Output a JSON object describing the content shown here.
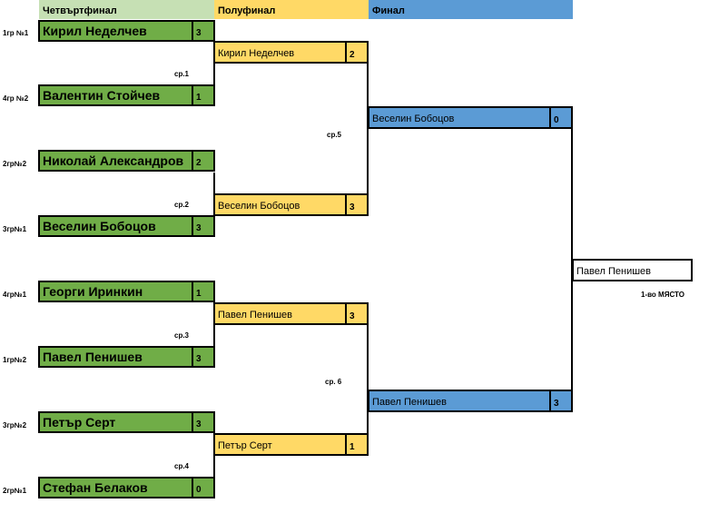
{
  "headers": {
    "quarterfinal": "Четвъртфинал",
    "semifinal": "Полуфинал",
    "final": "Финал"
  },
  "quarterfinals": [
    {
      "seed": "1гр №1",
      "name": "Кирил Неделчев",
      "score": "3"
    },
    {
      "seed": "4гр №2",
      "name": "Валентин Стойчев",
      "score": "1"
    },
    {
      "seed": "2гр№2",
      "name": "Николай Александров",
      "score": "2"
    },
    {
      "seed": "3гр№1",
      "name": "Веселин Бобоцов",
      "score": "3"
    },
    {
      "seed": "4гр№1",
      "name": "Георги Иринкин",
      "score": "1"
    },
    {
      "seed": "1гр№2",
      "name": "Павел Пенишев",
      "score": "3"
    },
    {
      "seed": "3гр№2",
      "name": "Петър Серт",
      "score": "3"
    },
    {
      "seed": "2гр№1",
      "name": "Стефан Белаков",
      "score": "0"
    }
  ],
  "match_labels": {
    "m1": "ср.1",
    "m2": "ср.2",
    "m3": "ср.3",
    "m4": "ср.4",
    "m5": "ср.5",
    "m6": "ср. 6"
  },
  "semifinals": [
    {
      "name": "Кирил Неделчев",
      "score": "2"
    },
    {
      "name": "Веселин Бобоцов",
      "score": "3"
    },
    {
      "name": "Павел Пенишев",
      "score": "3"
    },
    {
      "name": "Петър Серт",
      "score": "1"
    }
  ],
  "finals": [
    {
      "name": "Веселин Бобоцов",
      "score": "0"
    },
    {
      "name": "Павел Пенишев",
      "score": "3"
    }
  ],
  "winner": {
    "name": "Павел Пенишев",
    "place": "1-во МЯСТО"
  },
  "colors": {
    "quarterfinal": "#70ad47",
    "quarterfinal_header": "#c6e0b4",
    "semifinal": "#ffd966",
    "final": "#5b9bd5"
  }
}
